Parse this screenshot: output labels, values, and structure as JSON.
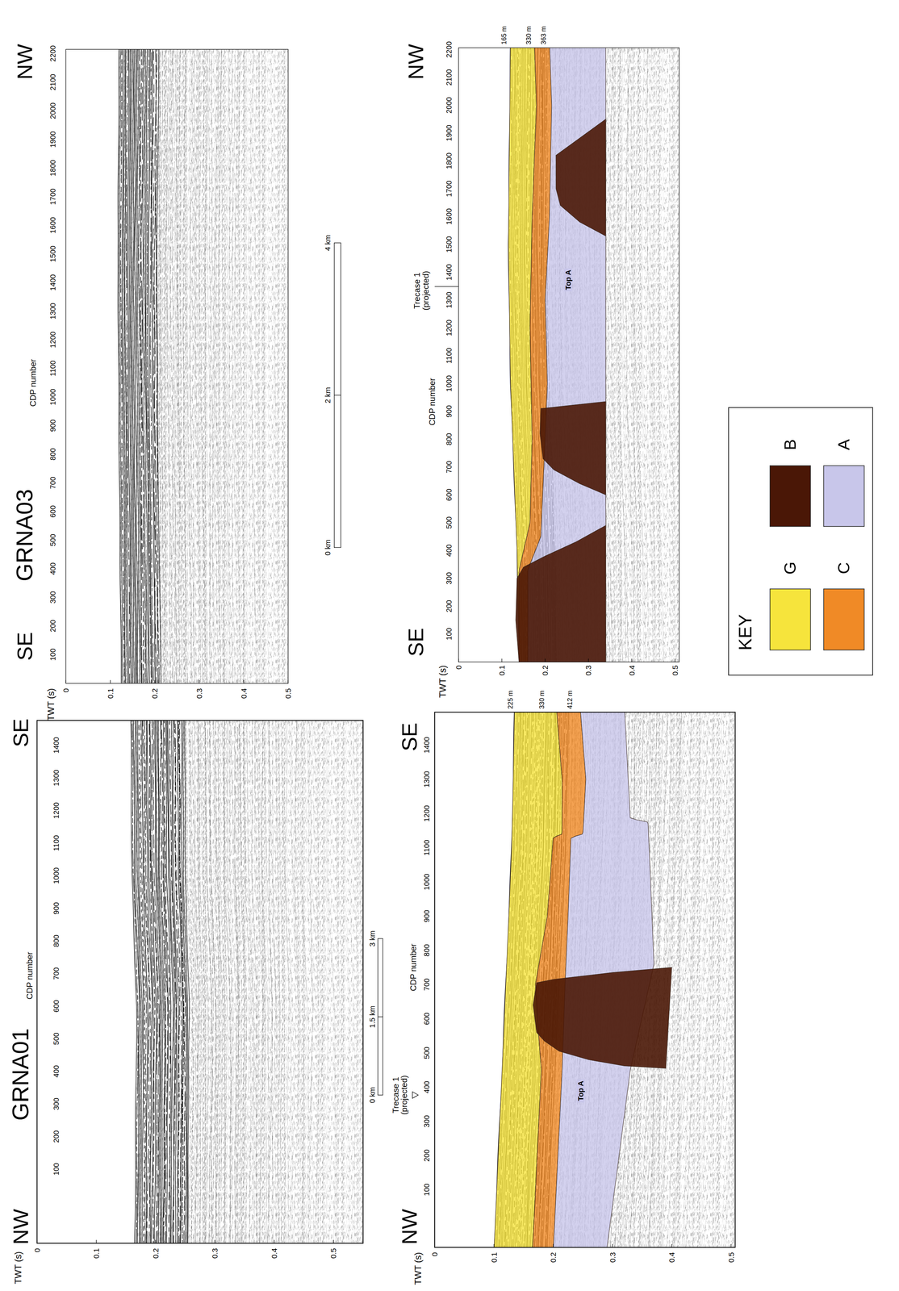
{
  "diagram": {
    "labels": [
      "NW",
      "GRNA01",
      "SE",
      "CDP number",
      "TWT (s)",
      "100",
      "200",
      "300",
      "400",
      "500",
      "600",
      "700",
      "800",
      "900",
      "1000",
      "1100",
      "1200",
      "1300",
      "1400",
      "0",
      "0.1",
      "0.2",
      "0.3",
      "0.4",
      "0.5",
      "SE",
      "GRNA03",
      "NW",
      "CDP number",
      "TWT (s)",
      "100",
      "200",
      "300",
      "400",
      "500",
      "600",
      "700",
      "800",
      "900",
      "1000",
      "1100",
      "1200",
      "1300",
      "1400",
      "1500",
      "1600",
      "1700",
      "1800",
      "1900",
      "2000",
      "2100",
      "2200",
      "0",
      "0.1",
      "0.2",
      "0.3",
      "0.4",
      "0.5",
      "0 km",
      "2 km",
      "4 km",
      "NW",
      "SE",
      "CDP number",
      "TWT (s)",
      "100",
      "200",
      "300",
      "400",
      "500",
      "600",
      "700",
      "800",
      "900",
      "1000",
      "1100",
      "1200",
      "1300",
      "1400",
      "0",
      "0.1",
      "0.2",
      "0.3",
      "0.4",
      "0.5",
      "Trecase 1 (projected)",
      "0 km",
      "1.5 km",
      "3 km",
      "225 m",
      "330 m",
      "412 m",
      "Top A",
      "SE",
      "NW",
      "Trecase 1 (projected)",
      "CDP number",
      "TWT (s)",
      "100",
      "200",
      "300",
      "400",
      "500",
      "600",
      "700",
      "800",
      "900",
      "1000",
      "1100",
      "1200",
      "1300",
      "1400",
      "1500",
      "1600",
      "1700",
      "1800",
      "1900",
      "2000",
      "2100",
      "2200",
      "0",
      "0.1",
      "0.2",
      "0.3",
      "0.4",
      "0.5",
      "165 m",
      "330 m",
      "363 m",
      "Top A",
      "KEY"
    ],
    "legend": [
      {
        "text": "G",
        "color": "#f6e43c"
      },
      {
        "text": "B",
        "color": "#4a1706"
      },
      {
        "text": "C",
        "color": "#f08a26"
      },
      {
        "text": "A",
        "color": "#c8c6ea"
      }
    ]
  }
}
